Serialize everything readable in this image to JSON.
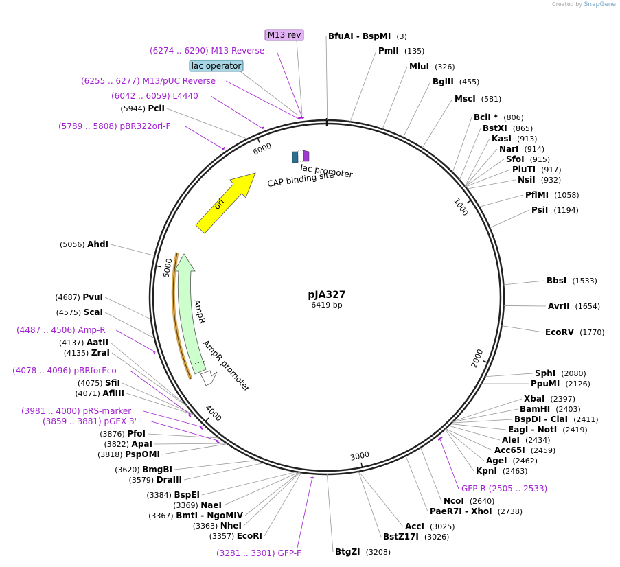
{
  "watermark": {
    "prefix": "Created by",
    "brand": "SnapGene"
  },
  "plasmid": {
    "name": "pJA327",
    "size_text": "6419 bp",
    "length": 6419
  },
  "ticks": [
    {
      "pos": 1000,
      "label": "1000"
    },
    {
      "pos": 2000,
      "label": "2000"
    },
    {
      "pos": 3000,
      "label": "3000"
    },
    {
      "pos": 4000,
      "label": "4000"
    },
    {
      "pos": 5000,
      "label": "5000"
    },
    {
      "pos": 6000,
      "label": "6000"
    }
  ],
  "features": [
    {
      "name": "lac promoter",
      "color": "#a03ad0"
    },
    {
      "name": "CAP binding site",
      "color": "#2e6e8e"
    },
    {
      "name": "ori",
      "color": "#ffff00"
    },
    {
      "name": "AmpR",
      "color": "#ccffcc"
    },
    {
      "name": "AmpR promoter",
      "color": "#ffffff"
    },
    {
      "name": "lac operator",
      "color": "#a9d6e5"
    },
    {
      "name": "M13 rev",
      "color": "#e2b3f3"
    }
  ],
  "sites_right": [
    {
      "name": "BfuAI",
      "name2": "BspMI",
      "pos": "(3)"
    },
    {
      "name": "PmlI",
      "pos": "(135)"
    },
    {
      "name": "MluI",
      "pos": "(326)"
    },
    {
      "name": "BglII",
      "pos": "(455)"
    },
    {
      "name": "MscI",
      "pos": "(581)"
    },
    {
      "name": "BclI *",
      "pos": "(806)"
    },
    {
      "name": "BstXI",
      "pos": "(865)"
    },
    {
      "name": "KasI",
      "pos": "(913)"
    },
    {
      "name": "NarI",
      "pos": "(914)"
    },
    {
      "name": "SfoI",
      "pos": "(915)"
    },
    {
      "name": "PluTI",
      "pos": "(917)"
    },
    {
      "name": "NsiI",
      "pos": "(932)"
    },
    {
      "name": "PflMI",
      "pos": "(1058)"
    },
    {
      "name": "PsiI",
      "pos": "(1194)"
    },
    {
      "name": "BbsI",
      "pos": "(1533)"
    },
    {
      "name": "AvrII",
      "pos": "(1654)"
    },
    {
      "name": "EcoRV",
      "pos": "(1770)"
    },
    {
      "name": "SphI",
      "pos": "(2080)"
    },
    {
      "name": "PpuMI",
      "pos": "(2126)"
    },
    {
      "name": "XbaI",
      "pos": "(2397)"
    },
    {
      "name": "BamHI",
      "pos": "(2403)"
    },
    {
      "name": "BspDI",
      "name2": "ClaI",
      "pos": "(2411)"
    },
    {
      "name": "EagI",
      "name2": "NotI",
      "pos": "(2419)"
    },
    {
      "name": "AleI",
      "pos": "(2434)"
    },
    {
      "name": "Acc65I",
      "pos": "(2459)"
    },
    {
      "name": "AgeI",
      "pos": "(2462)"
    },
    {
      "name": "KpnI",
      "pos": "(2463)"
    },
    {
      "name": "NcoI",
      "pos": "(2640)"
    },
    {
      "name": "PaeR7I",
      "name2": "XhoI",
      "pos": "(2738)"
    },
    {
      "name": "AccI",
      "pos": "(3025)"
    },
    {
      "name": "BstZ17I",
      "pos": "(3026)"
    },
    {
      "name": "BtgZI",
      "pos": "(3208)"
    }
  ],
  "sites_left": [
    {
      "name": "EcoRI",
      "pos": "(3357)"
    },
    {
      "name": "NheI",
      "pos": "(3363)"
    },
    {
      "name": "BmtI",
      "name2": "NgoMIV",
      "pos": "(3367)"
    },
    {
      "name": "NaeI",
      "pos": "(3369)"
    },
    {
      "name": "BspEI",
      "pos": "(3384)"
    },
    {
      "name": "DraIII",
      "pos": "(3579)"
    },
    {
      "name": "BmgBI",
      "pos": "(3620)"
    },
    {
      "name": "PspOMI",
      "pos": "(3818)"
    },
    {
      "name": "ApaI",
      "pos": "(3822)"
    },
    {
      "name": "PfoI",
      "pos": "(3876)"
    },
    {
      "name": "AflIII",
      "pos": "(4071)"
    },
    {
      "name": "SfiI",
      "pos": "(4075)"
    },
    {
      "name": "ZraI",
      "pos": "(4135)"
    },
    {
      "name": "AatII",
      "pos": "(4137)"
    },
    {
      "name": "ScaI",
      "pos": "(4575)"
    },
    {
      "name": "PvuI",
      "pos": "(4687)"
    },
    {
      "name": "AhdI",
      "pos": "(5056)"
    },
    {
      "name": "PciI",
      "pos": "(5944)"
    }
  ],
  "primers": [
    {
      "name": "GFP-R",
      "range": "(2505 .. 2533)"
    },
    {
      "name": "GFP-F",
      "range": "(3281 .. 3301)"
    },
    {
      "name": "pGEX 3'",
      "range": "(3859 .. 3881)"
    },
    {
      "name": "pRS-marker",
      "range": "(3981 .. 4000)"
    },
    {
      "name": "pBRforEco",
      "range": "(4078 .. 4096)"
    },
    {
      "name": "Amp-R",
      "range": "(4487 .. 4506)"
    },
    {
      "name": "pBR322ori-F",
      "range": "(5789 .. 5808)"
    },
    {
      "name": "L4440",
      "range": "(6042 .. 6059)"
    },
    {
      "name": "M13/pUC Reverse",
      "range": "(6255 .. 6277)"
    },
    {
      "name": "M13 Reverse",
      "range": "(6274 .. 6290)"
    }
  ]
}
